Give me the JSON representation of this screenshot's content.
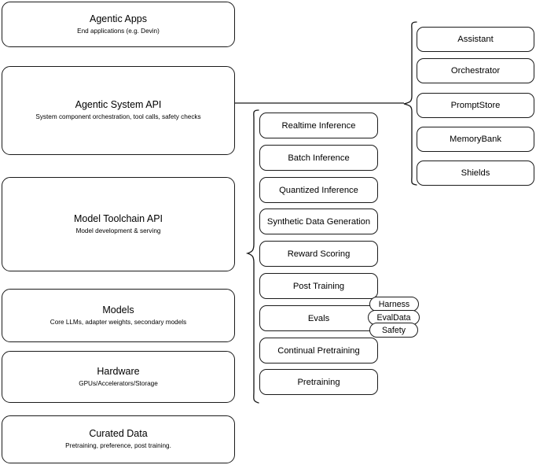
{
  "diagram": {
    "title_text": "AI stack layers diagram",
    "stroke_color": "#1a1a1a",
    "background_color": "#ffffff"
  },
  "left_column": {
    "boxes": [
      {
        "title": "Agentic Apps",
        "subtitle": "End applications (e.g. Devin)"
      },
      {
        "title": "Agentic System API",
        "subtitle": "System component orchestration, tool calls, safety checks"
      },
      {
        "title": "Model Toolchain API",
        "subtitle": "Model development & serving"
      },
      {
        "title": "Models",
        "subtitle": "Core LLMs, adapter weights, secondary models"
      },
      {
        "title": "Hardware",
        "subtitle": "GPUs/Accelerators/Storage"
      },
      {
        "title": "Curated Data",
        "subtitle": "Pretraining, preference, post training."
      }
    ]
  },
  "middle_column": {
    "boxes": [
      {
        "label": "Realtime Inference"
      },
      {
        "label": "Batch Inference"
      },
      {
        "label": "Quantized Inference"
      },
      {
        "label": "Synthetic Data Generation"
      },
      {
        "label": "Reward Scoring"
      },
      {
        "label": "Post Training"
      },
      {
        "label": "Evals"
      },
      {
        "label": "Continual Pretraining"
      },
      {
        "label": "Pretraining"
      }
    ]
  },
  "right_column": {
    "boxes": [
      {
        "label": "Assistant"
      },
      {
        "label": "Orchestrator"
      },
      {
        "label": "PromptStore"
      },
      {
        "label": "MemoryBank"
      },
      {
        "label": "Shields"
      }
    ]
  },
  "evals_pills": [
    {
      "label": "Harness"
    },
    {
      "label": "EvalData"
    },
    {
      "label": "Safety"
    }
  ]
}
